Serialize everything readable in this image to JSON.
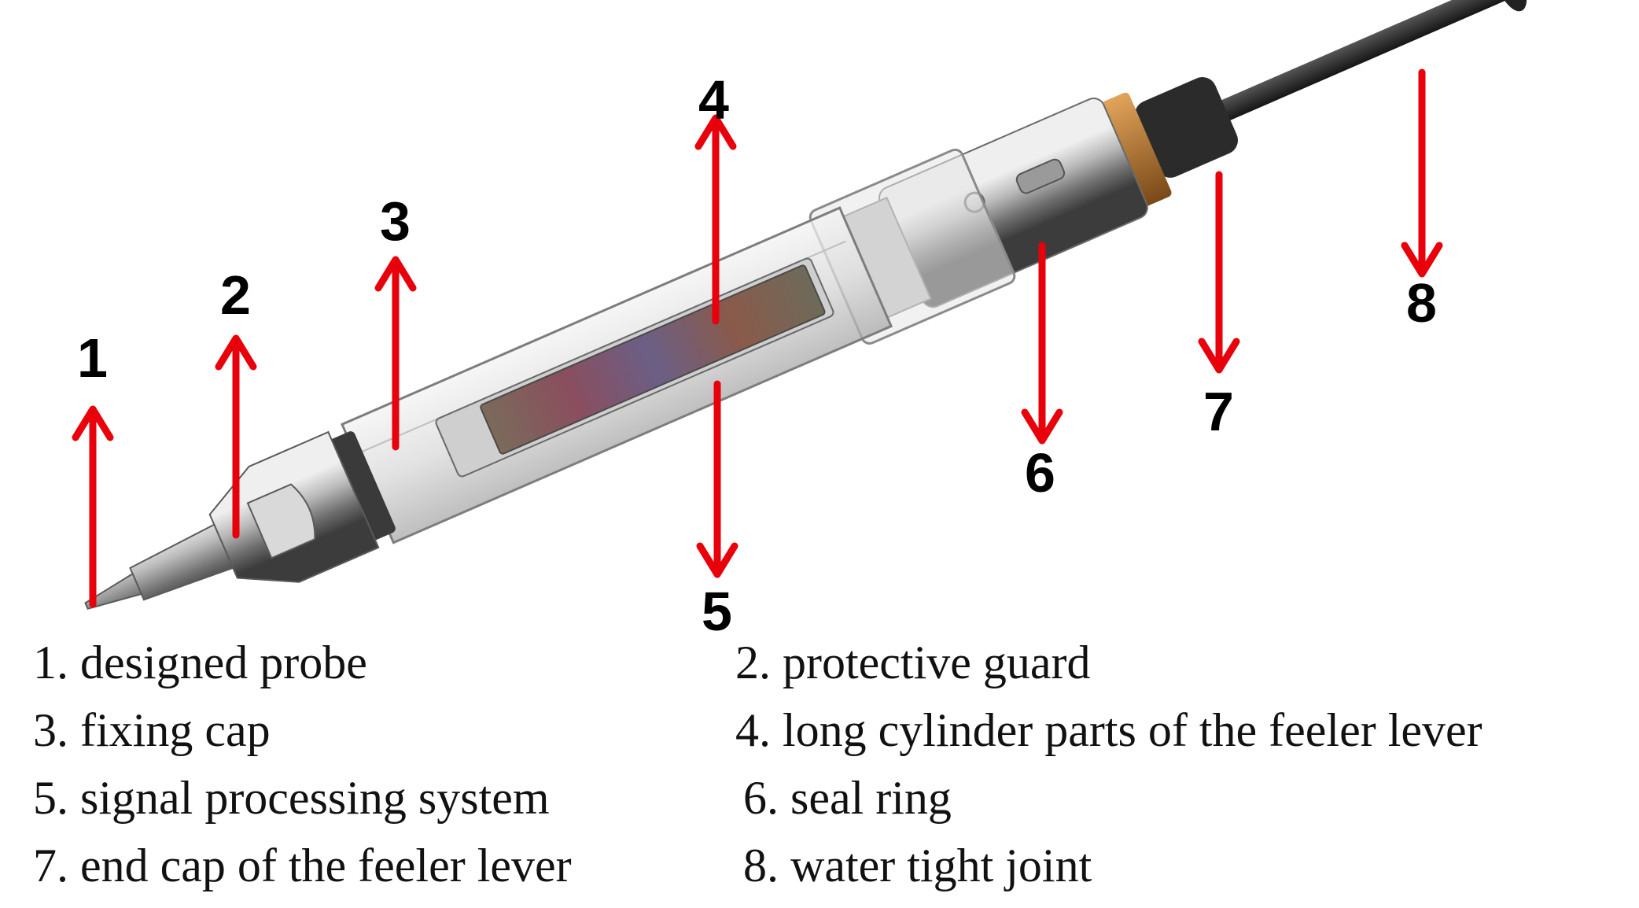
{
  "components": [
    {
      "num": "1",
      "label": "1. designed probe"
    },
    {
      "num": "2",
      "label": "2. protective guard"
    },
    {
      "num": "3",
      "label": "3. fixing cap"
    },
    {
      "num": "4",
      "label": "4. long cylinder parts of the feeler lever"
    },
    {
      "num": "5",
      "label": "5. signal processing system"
    },
    {
      "num": "6",
      "label": "6. seal ring"
    },
    {
      "num": "7",
      "label": "7. end cap of the feeler lever"
    },
    {
      "num": "8",
      "label": "8. water tight joint"
    }
  ],
  "colors": {
    "arrow": "#e8000b",
    "metal": "#8a8a8a",
    "housing": "#d8d8d8",
    "cable": "#1e1e1e",
    "nut": "#b8742a"
  }
}
